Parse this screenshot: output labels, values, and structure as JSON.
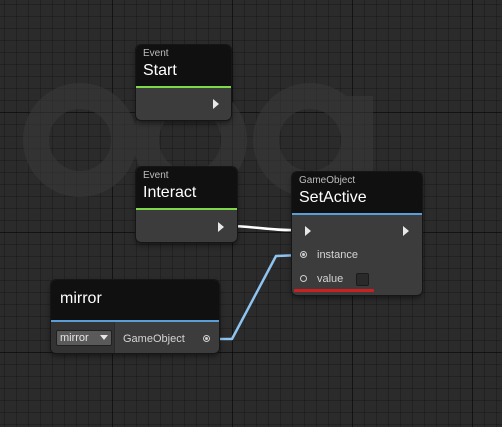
{
  "nodes": {
    "start": {
      "category": "Event",
      "title": "Start"
    },
    "interact": {
      "category": "Event",
      "title": "Interact"
    },
    "set_active": {
      "category": "GameObject",
      "title": "SetActive",
      "ports": {
        "instance": "instance",
        "value": "value"
      },
      "value_checked": false
    },
    "mirror": {
      "title": "mirror",
      "dropdown_value": "mirror",
      "output_label": "GameObject"
    }
  },
  "colors": {
    "event_accent": "#7fd84a",
    "object_accent": "#5b9dd9",
    "error_underline": "#cc2020",
    "flow_wire": "#ffffff",
    "data_wire": "#8ec4f0"
  }
}
